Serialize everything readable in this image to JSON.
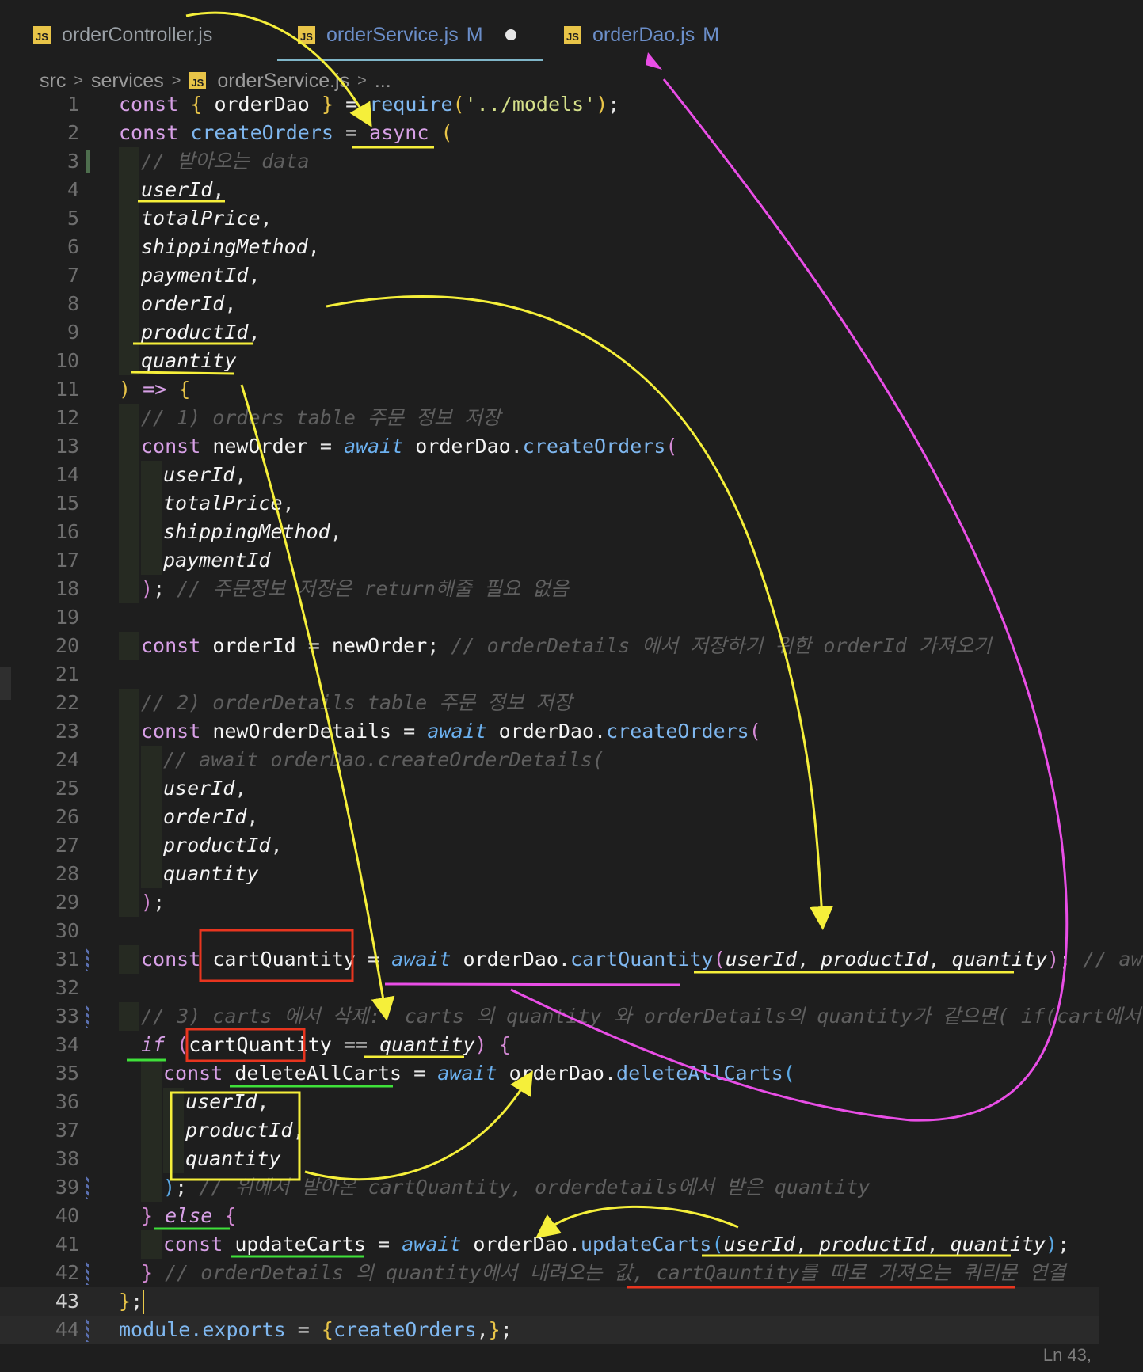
{
  "tabs": [
    {
      "name": "orderController.js",
      "modified": "",
      "active": false
    },
    {
      "name": "orderService.js",
      "modified": "M",
      "active": true
    },
    {
      "name": "orderDao.js",
      "modified": "M",
      "active": false
    }
  ],
  "js_badge": "JS",
  "breadcrumb": {
    "part1": "src",
    "part2": "services",
    "part3": "orderService.js",
    "part4": "..."
  },
  "status": "Ln 43,",
  "lines": {
    "1": "1",
    "2": "2",
    "3": "3",
    "4": "4",
    "5": "5",
    "6": "6",
    "7": "7",
    "8": "8",
    "9": "9",
    "10": "10",
    "11": "11",
    "12": "12",
    "13": "13",
    "14": "14",
    "15": "15",
    "16": "16",
    "17": "17",
    "18": "18",
    "19": "19",
    "20": "20",
    "21": "21",
    "22": "22",
    "23": "23",
    "24": "24",
    "25": "25",
    "26": "26",
    "27": "27",
    "28": "28",
    "29": "29",
    "30": "30",
    "31": "31",
    "32": "32",
    "33": "33",
    "34": "34",
    "35": "35",
    "36": "36",
    "37": "37",
    "38": "38",
    "39": "39",
    "40": "40",
    "41": "41",
    "42": "42",
    "43": "43",
    "44": "44"
  },
  "code": {
    "const": "const",
    "async": "async",
    "await": "await",
    "if": "if",
    "else": "else",
    "orderDao": "orderDao",
    "require": "require",
    "models": "'../models'",
    "createOrders": "createOrders",
    "userId": "userId",
    "totalPrice": "totalPrice",
    "shippingMethod": "shippingMethod",
    "paymentId": "paymentId",
    "orderId": "orderId",
    "productId": "productId",
    "quantity": "quantity",
    "newOrder": "newOrder",
    "newOrderDetails": "newOrderDetails",
    "cartQuantity": "cartQuantity",
    "deleteAllCarts": "deleteAllCarts",
    "updateCarts": "updateCarts",
    "module_exports": "module.exports",
    "c3": "// 받아오는 data",
    "c12": "// 1) orders table 주문 정보 저장",
    "c18": "// 주문정보 저장은 return해줄 필요 없음",
    "c20": "// orderDetails 에서 저장하기 위한 orderId 가져오기",
    "c22": "// 2) orderDetails table 주문 정보 저장",
    "c24": "// await orderDao.createOrderDetails(",
    "c31": "// aw",
    "c33": "// 3) carts 에서 삭제:  carts 의 quantity 와 orderDetails의 quantity가 같으면( if(cart에서",
    "c39": "// 위에서 받아온 cartQuantity, orderdetails에서 받은 quantity",
    "c42": "// orderDetails 의 quantity에서 내려오는 값, cartQauntity를 따로 가져오는 쿼리문 연결"
  },
  "colors": {
    "annotation_yellow": "#f5ef3a",
    "annotation_red": "#e8351f",
    "annotation_green": "#3fe03a",
    "annotation_magenta": "#e94ee6"
  }
}
